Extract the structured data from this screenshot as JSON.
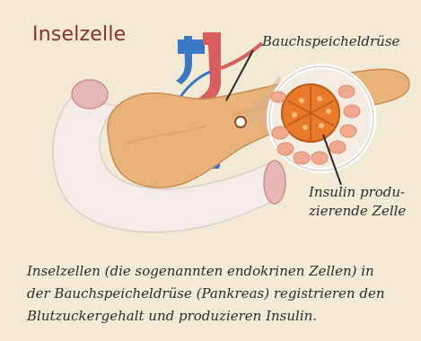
{
  "figure": {
    "title": "Inselzelle",
    "labels": {
      "pancreas": "Bauchspeicheldrüse",
      "insulin_line1": "Insulin produ-",
      "insulin_line2": "zierende Zelle"
    },
    "caption": {
      "line1": "Inselzellen (die sogenannten endokrinen Zellen) in",
      "line2": "der Bauchspeicheldrüse (Pankreas) registrieren den",
      "line3": "Blutzuckergehalt und produzieren Insulin."
    },
    "colors": {
      "background": "#f3ead6",
      "title": "#8a2f2a",
      "pancreas": "#e9b27a",
      "duodenum": "#f4ece8",
      "artery": "#d95f5f",
      "vein": "#3a78c6",
      "islet_cell": "#e87a2a",
      "magnifier_ring": "#ffffff"
    }
  }
}
